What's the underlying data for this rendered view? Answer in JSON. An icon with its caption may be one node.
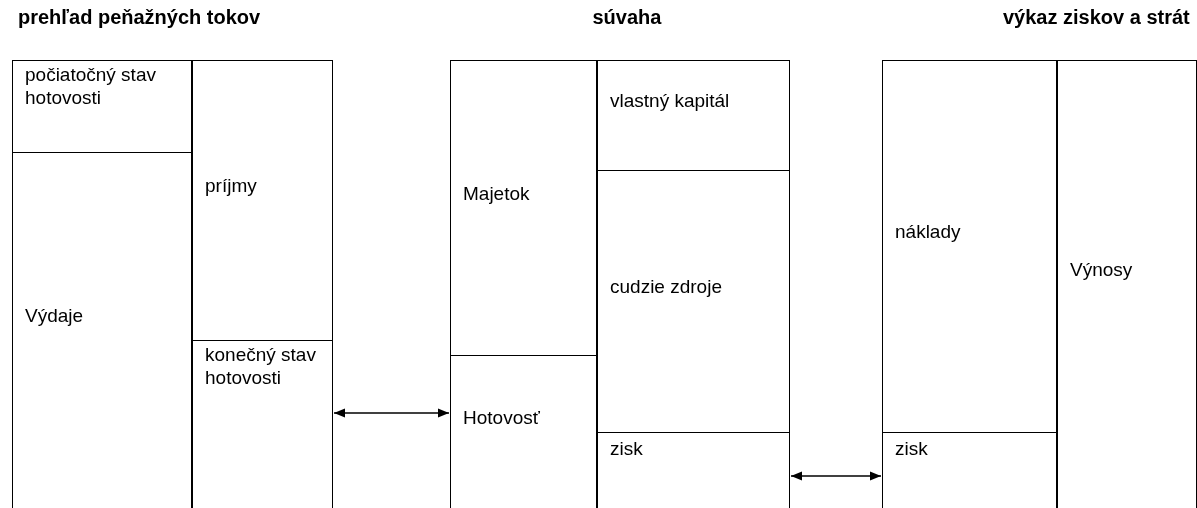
{
  "diagram": {
    "nodes": [
      {
        "text": [
          "počiatočný stav hotovosti"
        ]
      },
      {
        "text": [
          "Výdaje"
        ]
      },
      {
        "text": [
          "príjmy"
        ]
      },
      {
        "text": [
          "konečný stav hotovosti"
        ]
      },
      {
        "text": [
          "Majetok"
        ]
      },
      {
        "text": [
          "Hotovosť"
        ]
      },
      {
        "text": [
          "vlastný kapitál"
        ]
      },
      {
        "text": [
          "cudzie zdroje"
        ]
      },
      {
        "text": [
          "zisk"
        ]
      },
      {
        "text": [
          "náklady"
        ]
      },
      {
        "text": [
          "zisk"
        ]
      },
      {
        "text": [
          "Výnosy"
        ]
      }
    ],
    "edges": [
      {
        "from": 3,
        "to": 5,
        "arrow": "both"
      },
      {
        "from": 8,
        "to": 10,
        "arrow": "both"
      }
    ],
    "labels": [
      "prehľad peňažných tokov",
      "súvaha",
      "výkaz ziskov a strát"
    ]
  }
}
